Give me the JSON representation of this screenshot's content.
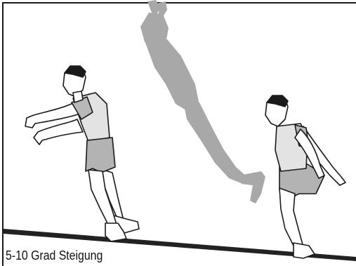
{
  "caption": "5-10 Grad Steigung",
  "colors": {
    "line": "#1a1a1a",
    "shirt": "#e3e3e3",
    "sleeve": "#b8b8b8",
    "shorts": "#b3b3b3",
    "silhouette": "#a8a8a8",
    "slope": "#222222"
  },
  "figures": [
    "walking-runner",
    "jumping-silhouette",
    "crouching-runner"
  ]
}
